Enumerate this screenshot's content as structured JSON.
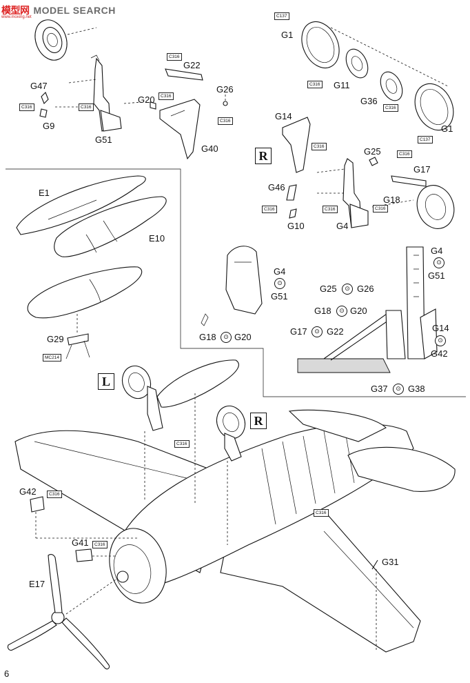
{
  "watermark": {
    "logo": "模型网",
    "name": "MODEL SEARCH",
    "url": "www.moxing.net"
  },
  "page_number": "6",
  "side_markers": {
    "left": "L",
    "right": "R"
  },
  "part_labels": {
    "G47": "G47",
    "G9": "G9",
    "G51": "G51",
    "G22": "G22",
    "G20": "G20",
    "G26": "G26",
    "G40": "G40",
    "G1a": "G1",
    "G11": "G11",
    "G36": "G36",
    "G1b": "G1",
    "G14": "G14",
    "G25": "G25",
    "G17": "G17",
    "G46": "G46",
    "G18": "G18",
    "G10": "G10",
    "G4": "G4",
    "E1": "E1",
    "E10": "E10",
    "G29": "G29",
    "G42": "G42",
    "G41": "G41",
    "E17": "E17",
    "G31": "G31"
  },
  "color_codes": {
    "c316": "C316",
    "c137": "C137",
    "mc214": "MC214"
  },
  "detail_legend": {
    "g4": "G4",
    "g51": "G51",
    "g18": "G18",
    "g20": "G20",
    "g25": "G25",
    "g26": "G26",
    "g18b": "G18",
    "g20b": "G20",
    "g17": "G17",
    "g22": "G22",
    "g14": "G14",
    "g42": "G42",
    "g37": "G37",
    "g38": "G38"
  },
  "glue_symbol": "⊙"
}
